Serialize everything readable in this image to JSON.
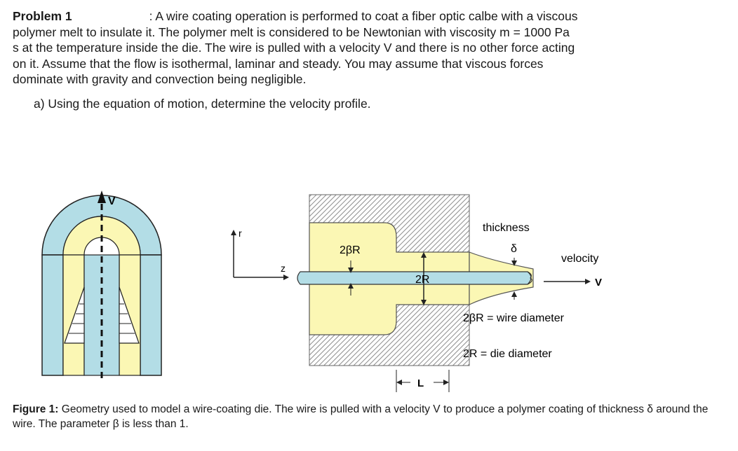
{
  "problem": {
    "heading": "Problem 1",
    "colon": ":",
    "line1": "A wire coating operation is performed to coat a fiber optic calbe with a viscous",
    "line2": "polymer melt to insulate it. The polymer melt is considered to be Newtonian with viscosity m = 1000 Pa",
    "line3": "s at the temperature inside the die.  The wire is pulled with a velocity V and there is no other force acting",
    "line4": "on it.  Assume that the flow is isothermal, laminar and steady. You may assume that viscous forces",
    "line5": "dominate with gravity and convection being negligible.",
    "question_a": "a)  Using the equation of motion, determine the velocity profile."
  },
  "figure": {
    "left_v": "V",
    "axis_r": "r",
    "axis_z": "z",
    "label_2bR": "2βR",
    "label_2R": "2R",
    "label_thickness": "thickness",
    "label_delta": "δ",
    "label_velocity": "velocity",
    "label_V": "V",
    "legend_wire": "2βR = wire diameter",
    "legend_die": "2R = die diameter",
    "label_L": "L"
  },
  "caption": {
    "label": "Figure 1:",
    "text": " Geometry used to model a wire-coating die.  The wire is pulled with a velocity V to produce a polymer coating of thickness δ around the wire.  The parameter β is less than 1."
  },
  "colors": {
    "polymer": "#fbf7b4",
    "wire": "#b3dde6",
    "die_hatch": "#8c8c8c",
    "outline": "#222222"
  }
}
